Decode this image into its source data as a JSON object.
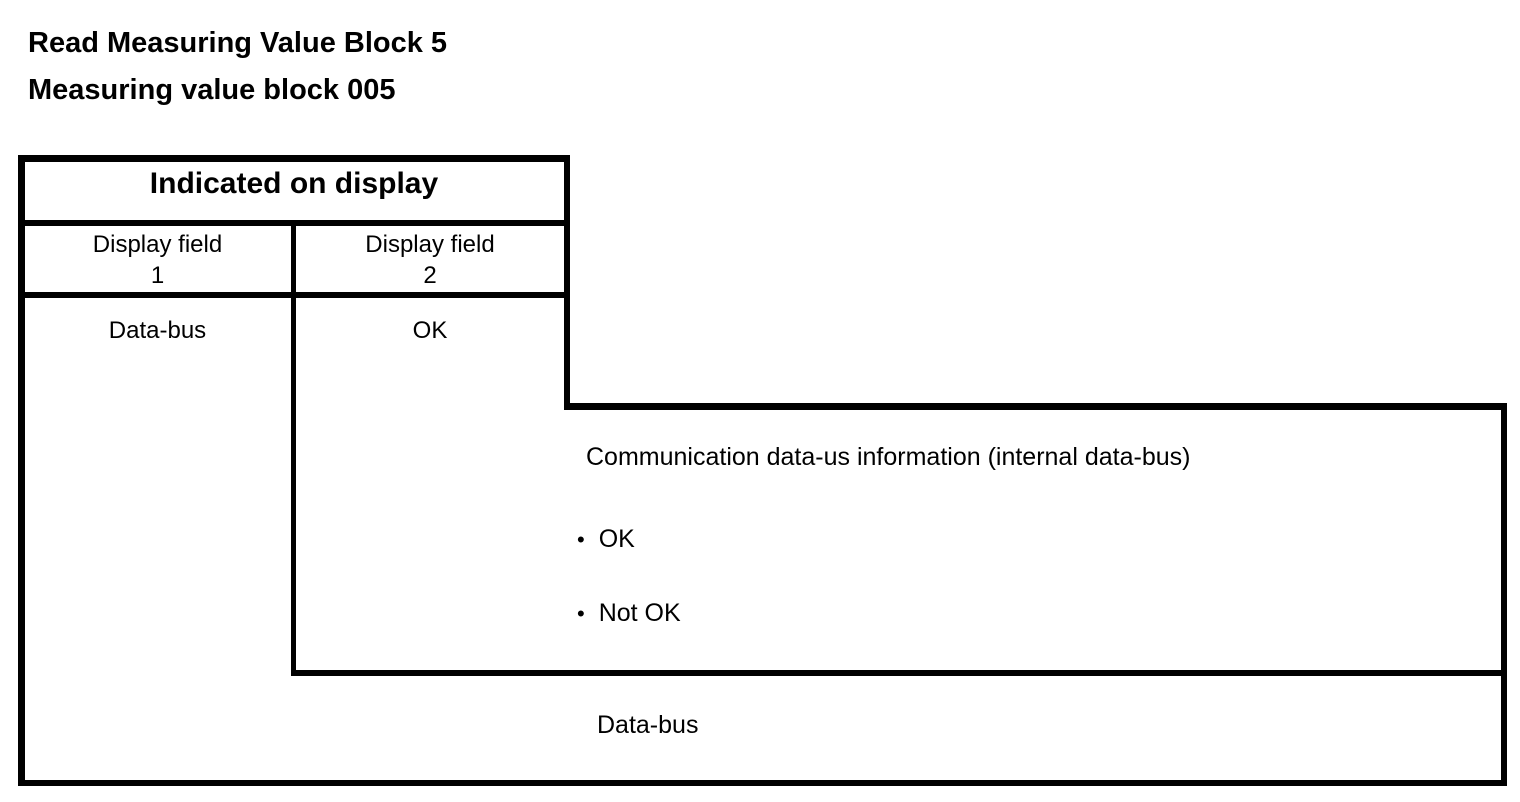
{
  "document": {
    "title_line1": "Read Measuring Value Block 5",
    "title_line2": "Measuring value block 005"
  },
  "table": {
    "header": "Indicated on display",
    "columns": [
      {
        "line1": "Display field",
        "line2": "1"
      },
      {
        "line1": "Display field",
        "line2": "2"
      }
    ],
    "row": {
      "display_field_1": "Data-bus",
      "display_field_2": "OK"
    }
  },
  "callout": {
    "description": "Communication data-us information (internal data-bus)",
    "bullet_char": "•",
    "bullets": [
      "OK",
      "Not OK"
    ],
    "footer_label": "Data-bus"
  },
  "colors": {
    "ink": "#000000",
    "paper": "#ffffff"
  }
}
